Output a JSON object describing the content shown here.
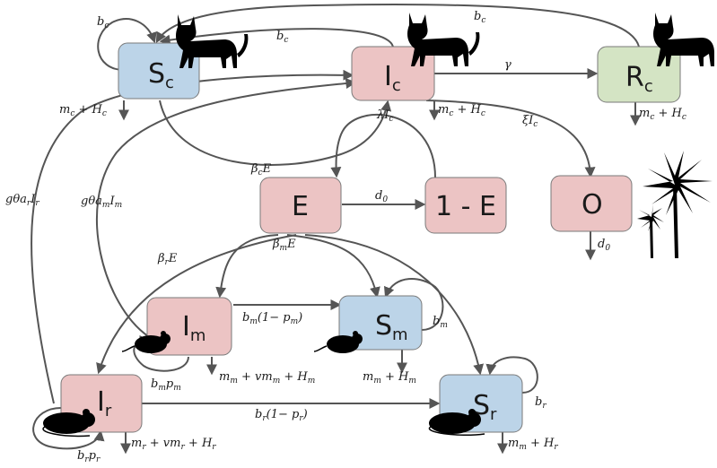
{
  "colors": {
    "susceptible": "#bcd4e8",
    "infected": "#ecc4c4",
    "recovered": "#d4e4c4",
    "edge": "#555555"
  },
  "nodes": {
    "sc": {
      "main": "S",
      "sub": "c"
    },
    "ic": {
      "main": "I",
      "sub": "c"
    },
    "rc": {
      "main": "R",
      "sub": "c"
    },
    "e": {
      "main": "E"
    },
    "one_minus_e": {
      "main": "1 - E"
    },
    "o": {
      "main": "O"
    },
    "im": {
      "main": "I",
      "sub": "m"
    },
    "sm": {
      "main": "S",
      "sub": "m"
    },
    "ir": {
      "main": "I",
      "sub": "r"
    },
    "sr": {
      "main": "S",
      "sub": "r"
    }
  },
  "labels": {
    "bc_sc_loop": "b_c",
    "bc_ic_to_sc": "b_c",
    "bc_rc_to_sc": "b_c",
    "gamma": "γ",
    "lambda_ic": "λI_c",
    "xi_ic": "ξI_c",
    "beta_c_e": "β_cE",
    "d0_e": "d_0",
    "d0_o": "d_0",
    "mc_hc_sc": "m_c + H_c",
    "mc_hc_ic": "m_c + H_c",
    "mc_hc_rc": "m_c + H_c",
    "g_theta_ar_ir": "gθa_rI_r",
    "g_theta_am_im": "gθa_mI_m",
    "beta_r_e": "β_rE",
    "beta_m_e": "β_mE",
    "bm_1_pm": "b_m(1− p_m)",
    "bm_loop": "b_m",
    "bm_pm": "b_mp_m",
    "mm_vmm_hm": "m_m + vm_m + H_m",
    "mm_hm_sm": "m_m + H_m",
    "br_1_pr": "b_r(1− p_r)",
    "br_loop": "b_r",
    "br_pr": "b_rp_r",
    "mr_vmr_hr": "m_r + vm_r + H_r",
    "mm_hr_sr": "m_m + H_r"
  }
}
